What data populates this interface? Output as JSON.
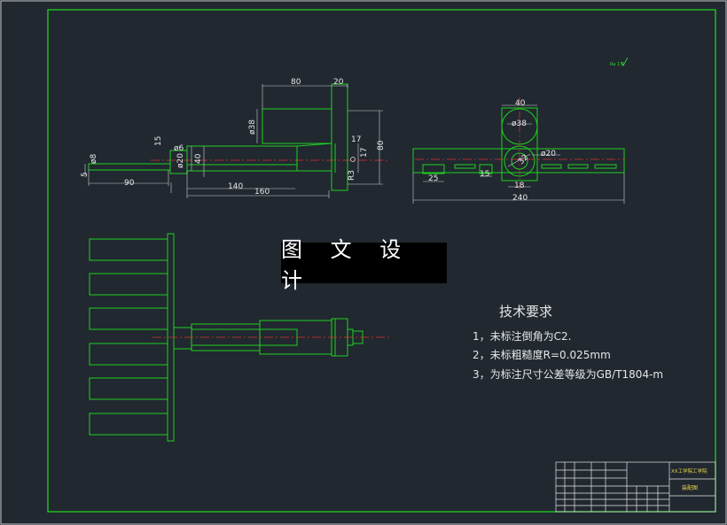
{
  "watermark": "图 文 设 计",
  "surface_mark": "Ra 1.6",
  "views": {
    "side": {
      "dims": {
        "d80": "80",
        "d20": "20",
        "d38": "ø38",
        "d17a": "17",
        "d17b": "17",
        "d80v": "80",
        "d4": "40",
        "dphi20": "ø20",
        "d8": "ø8",
        "d5": "5",
        "d90": "90",
        "d140": "140",
        "d160": "160",
        "d15": "15",
        "d6": "ø6",
        "dR3": "R3"
      }
    },
    "front": {
      "dims": {
        "d40": "40",
        "d38": "ø38",
        "d20": "ø20",
        "d25": "25",
        "d15": "15",
        "d18": "18",
        "d240": "240",
        "d32": "32"
      }
    }
  },
  "tech_requirements": {
    "heading": "技术要求",
    "items": [
      "1，未标注倒角为C2.",
      "2，未标粗糙度R=0.025mm",
      "3，为标注尺寸公差等级为GB/T1804-m"
    ]
  },
  "title_block": {
    "school": "XX工学院工学院",
    "drawing_name": "装配图"
  }
}
